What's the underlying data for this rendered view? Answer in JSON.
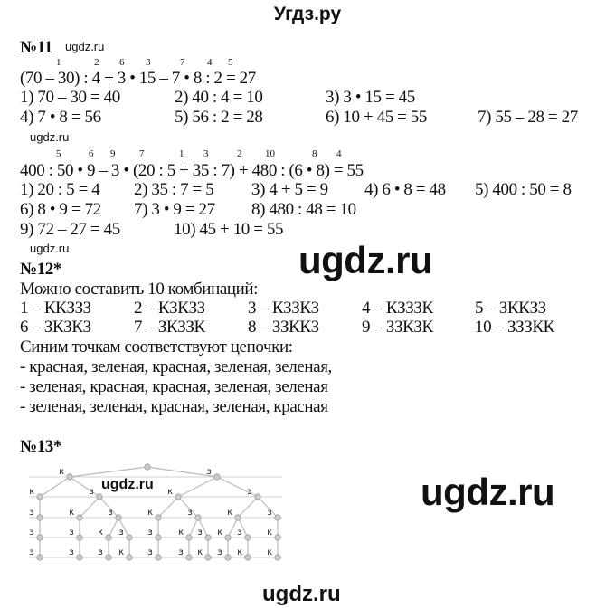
{
  "site_title": "Угдз.ру",
  "watermark": "ugdz.ru",
  "n11": {
    "heading": "№11",
    "expr1_order": [
      "1",
      "2",
      "6",
      "3",
      "7",
      "4",
      "5"
    ],
    "expr1": "(70 – 30) : 4 + 3 • 15 – 7 • 8 : 2 = 27",
    "steps1": [
      "1) 70 – 30 = 40",
      "2) 40 : 4 = 10",
      "3) 3 • 15 = 45",
      "4) 7 • 8 = 56",
      "5) 56 : 2 = 28",
      "6) 10 + 45 = 55",
      "7) 55 – 28 = 27"
    ],
    "expr2_order": [
      "5",
      "6",
      "9",
      "7",
      "1",
      "3",
      "2",
      "10",
      "8",
      "4"
    ],
    "expr2": "400 : 50 • 9 – 3 • (20 : 5 + 35 : 7) + 480 : (6 • 8) = 55",
    "steps2": [
      "1) 20 : 5 = 4",
      "2) 35 : 7 = 5",
      "3) 4 + 5 = 9",
      "4) 6 • 8 = 48",
      "5) 400 : 50 = 8",
      "6) 8 • 9 = 72",
      "7) 3 • 9 = 27",
      "8) 480 : 48 = 10",
      "9) 72 – 27 = 45",
      "10) 45 + 10 = 55"
    ]
  },
  "n12": {
    "heading": "№12*",
    "intro": "Можно составить 10 комбинаций:",
    "combos": [
      "1 – ККЗЗЗ",
      "2 – КЗКЗЗ",
      "3 – КЗЗКЗ",
      "4 – КЗЗЗК",
      "5 – ЗККЗЗ",
      "6 – ЗКЗКЗ",
      "7 – ЗКЗЗК",
      "8 – ЗЗККЗ",
      "9 – ЗЗКЗК",
      "10 – ЗЗЗКК"
    ],
    "blue_intro": "Синим точкам соответствуют цепочки:",
    "chains": [
      "- красная, зеленая, красная, зеленая, зеленая,",
      "- зеленая, красная, красная, зеленая, зеленая",
      "- зеленая, зеленая, красная, зеленая, красная"
    ]
  },
  "n13": {
    "heading": "№13*",
    "tree_paths": [
      "ккззз",
      "кзкзз",
      "кззкз",
      "кзззк",
      "зккзз",
      "зкзкз",
      "зкззк",
      "ззккз",
      "ззкзк",
      "зззкк"
    ],
    "line_color": "#bbbbbb",
    "node_color": "#cccccc"
  }
}
